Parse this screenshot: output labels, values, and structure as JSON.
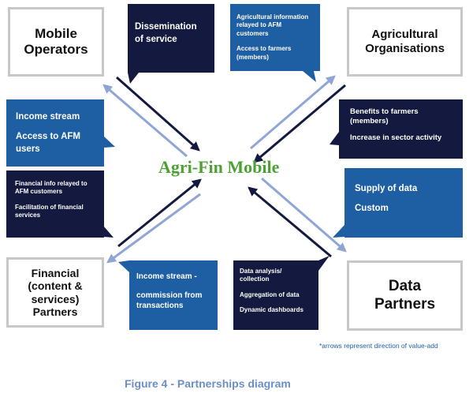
{
  "corners": {
    "mobile": [
      "Mobile",
      "Operators"
    ],
    "agri": [
      "Agricultural",
      "Organisations"
    ],
    "financial": [
      "Financial",
      "(content &",
      "services)",
      "Partners"
    ],
    "data": [
      "Data",
      "Partners"
    ]
  },
  "boxes": {
    "dissemination": [
      "Dissemination",
      "of service"
    ],
    "agri_info": [
      "Agricultural information relayed to AFM customers",
      "Access to farmers (members)"
    ],
    "income_stream": [
      "Income stream",
      "Access to AFM users"
    ],
    "benefits": [
      "Benefits to farmers (members)",
      "Increase in sector activity"
    ],
    "financial_info": [
      "Financial info relayed to AFM customers",
      "Facilitation of financial services"
    ],
    "supply": [
      "Supply of data",
      "Custom"
    ],
    "commission": [
      "Income stream -",
      "commission from transactions"
    ],
    "data_analysis": [
      "Data analysis/ collection",
      "Aggregation of data",
      "Dynamic dashboards"
    ]
  },
  "center_title": "Agri-Fin Mobile",
  "note": "*arrows represent direction of value-add",
  "caption": "Figure 4 - Partnerships diagram",
  "colors": {
    "navy": "#141a3f",
    "blue": "#1e5fa3",
    "light_arrow": "#8fa6d4",
    "green": "#4ca034",
    "caption": "#6b8fc4"
  }
}
